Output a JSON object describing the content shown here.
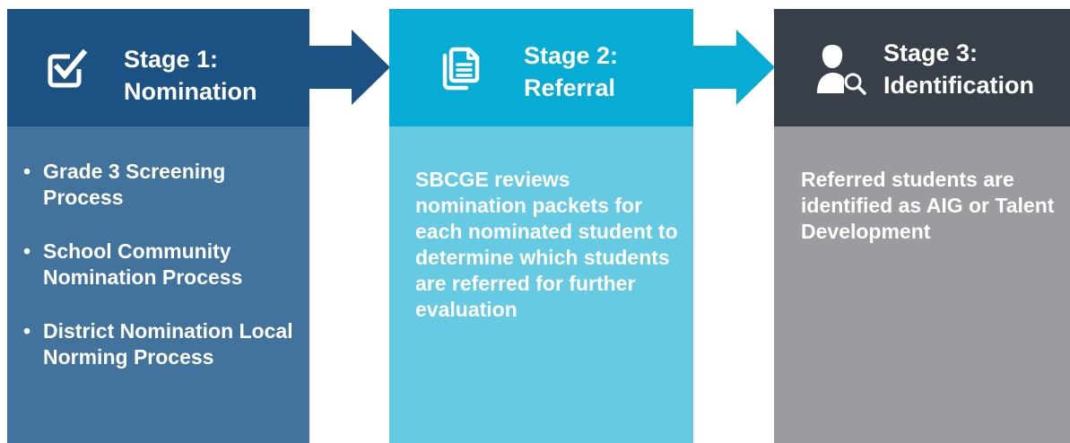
{
  "stages": [
    {
      "title_line1": "Stage 1:",
      "title_line2": "Nomination",
      "icon": "checkbox-check-icon",
      "items": [
        "Grade 3 Screening Process",
        "School Community Nomination Process",
        "District Nomination Local Norming Process"
      ]
    },
    {
      "title_line1": "Stage 2:",
      "title_line2": "Referral",
      "icon": "documents-icon",
      "description": "SBCGE reviews nomination packets for each nominated student to determine which students are referred for further evaluation"
    },
    {
      "title_line1": "Stage 3:",
      "title_line2": "Identification",
      "icon": "user-search-icon",
      "description": "Referred students are identified as AIG or Talent Development"
    }
  ],
  "bullet_char": "•",
  "colors": {
    "stage1_header": "#1b5183",
    "stage1_body": "#41739c",
    "stage2_header": "#06acd3",
    "stage2_body": "#66cbe2",
    "stage3_header": "#383f48",
    "stage3_body": "#9a9c9f",
    "text": "#ffffff"
  }
}
